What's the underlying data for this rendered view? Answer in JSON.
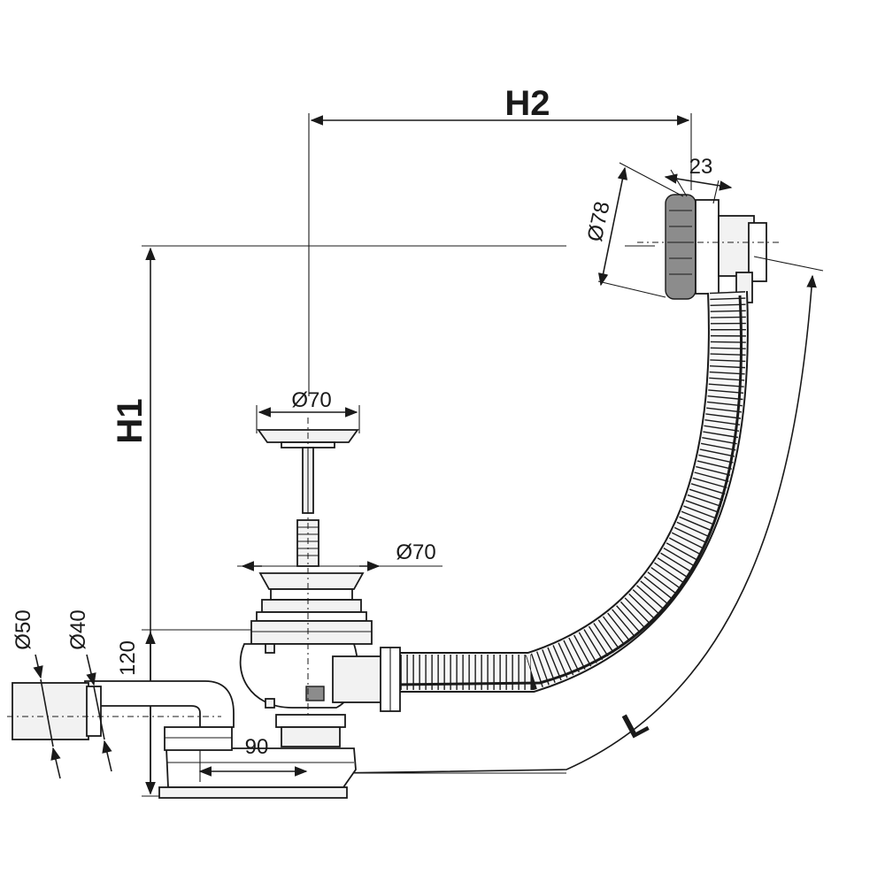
{
  "diagram": {
    "labels": {
      "h2": "H2",
      "h1": "H1",
      "l": "L",
      "d23": "23",
      "d78": "Ø78",
      "d70_top": "Ø70",
      "d70_mid": "Ø70",
      "d50": "Ø50",
      "d40": "Ø40",
      "d120": "120",
      "d90": "90"
    },
    "colors": {
      "line": "#1a1a1a",
      "fill_light": "#f2f2f2",
      "fill_dark": "#8c8c8c",
      "background": "#ffffff"
    }
  }
}
